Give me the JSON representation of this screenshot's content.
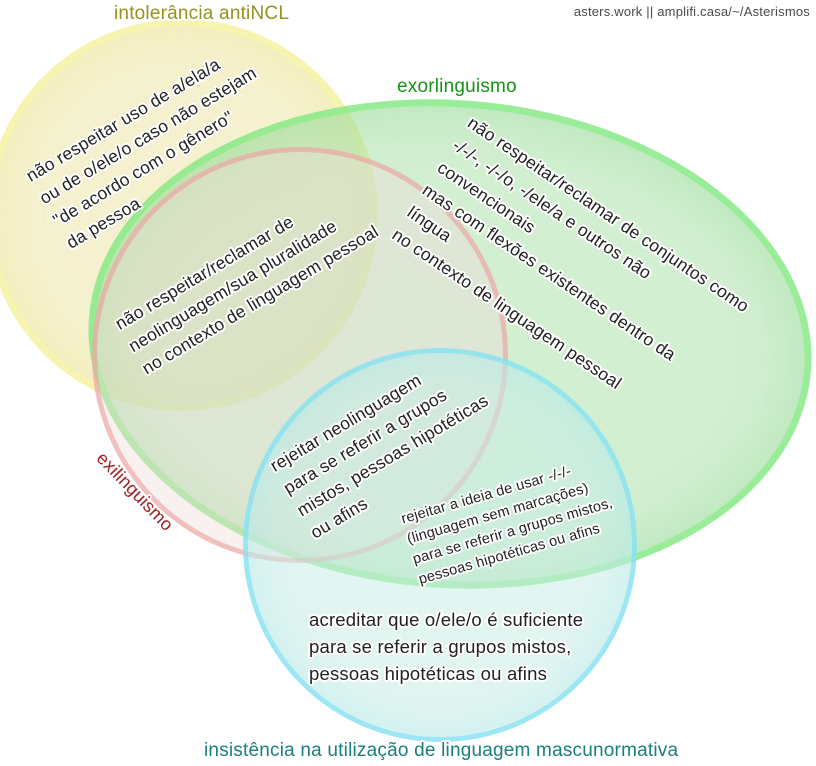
{
  "header": {
    "site_credit": "asters.work || amplifi.casa/~/Asterismos"
  },
  "venn": {
    "sets": {
      "antincl": {
        "label": "intolerância antiNCL",
        "label_color": "#93931f",
        "fill": "#f3efcd",
        "border_color": "#f8f5a0"
      },
      "exorlinguismo": {
        "label": "exorlinguismo",
        "label_color": "#149414",
        "fill": "#d3efd2",
        "border_color": "#a6f2a6"
      },
      "exilinguismo": {
        "label": "exilinguismo",
        "label_color": "#9c2020",
        "fill": "#f9f1f0",
        "border_color": "#f6c6c6"
      },
      "mascunormativa": {
        "label": "insistência na utilização de linguagem mascunormativa",
        "label_color": "#18807d",
        "fill": "#e1f4f1",
        "border_color": "#a7ebf8"
      }
    },
    "notes": {
      "antincl_only": "não respeitar uso de a/ela/a\nou de o/ele/o caso não estejam\n\"de acordo com o gênero\"\nda pessoa",
      "exil_exor": "não respeitar/reclamar de\nneolinguagem/sua pluralidade\nno contexto de linguagem pessoal",
      "exor_only": "não respeitar/reclamar de conjuntos como\n-/-/-, -/-/o, -/ele/a e outros não convencionais\nmas com flexões existentes dentro da língua\nno contexto de linguagem pessoal",
      "exil_masc": "rejeitar neolinguagem\npara se referir a grupos\nmistos, pessoas hipotéticas\nou afins",
      "exor_masc": "rejeitar a ideia de usar -/-/-\n(linguagem sem marcações)\npara se referir a grupos mistos,\npessoas hipotéticas ou afins",
      "masc_only": "acreditar que o/ele/o é suficiente\npara se referir a grupos mistos,\npessoas hipotéticas ou afins"
    }
  }
}
